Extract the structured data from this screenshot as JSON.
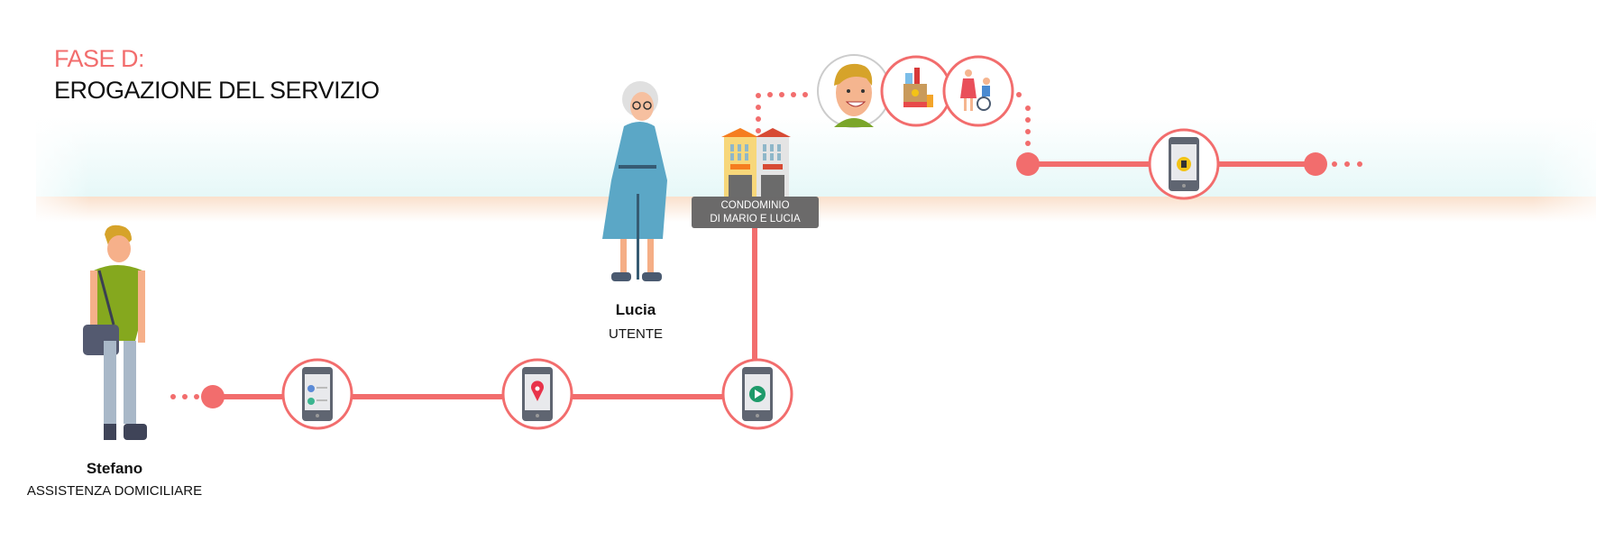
{
  "header": {
    "phase": "FASE D:",
    "title": "EROGAZIONE DEL SERVIZIO"
  },
  "people": [
    {
      "name": "Stefano",
      "role": "ASSISTENZA DOMICILIARE"
    },
    {
      "name": "Lucia",
      "role": "UTENTE"
    }
  ],
  "building": {
    "line1": "CONDOMINIO",
    "line2": "DI MARIO E LUCIA"
  },
  "colors": {
    "accent": "#f26d6d",
    "label_bg": "#6b6a6a"
  },
  "steps": [
    {
      "icon": "phone-contacts-icon"
    },
    {
      "icon": "phone-location-pin-icon"
    },
    {
      "icon": "phone-play-icon"
    },
    {
      "icon": "caregiver-face-icon"
    },
    {
      "icon": "grocery-box-icon"
    },
    {
      "icon": "wheelchair-assistance-icon"
    },
    {
      "icon": "phone-stop-icon"
    }
  ]
}
